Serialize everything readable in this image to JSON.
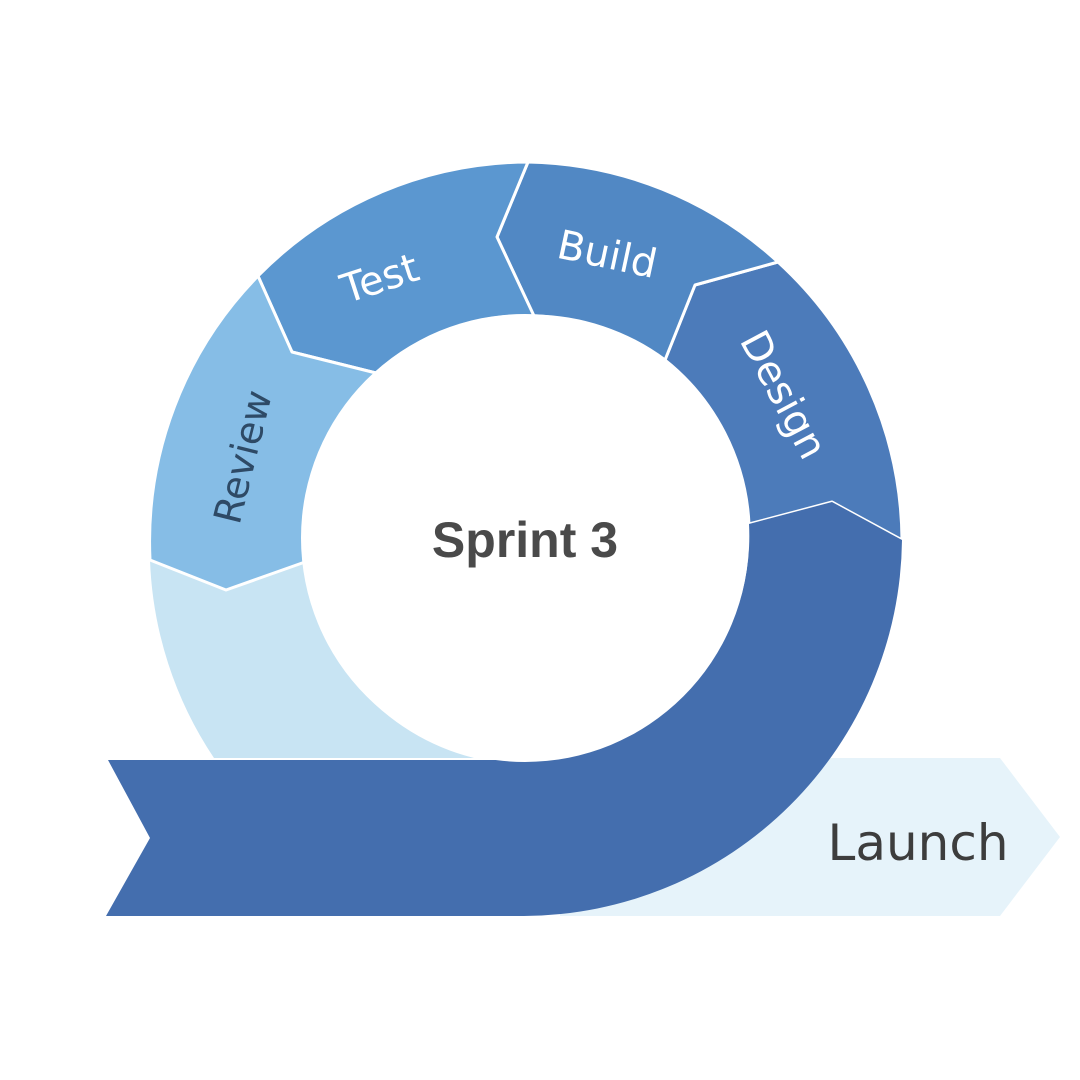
{
  "center_label": "Sprint 3",
  "phases": [
    {
      "label": "Design",
      "color": "#4c7bba",
      "text_color": "#ffffff"
    },
    {
      "label": "Build",
      "color": "#5188c4",
      "text_color": "#ffffff"
    },
    {
      "label": "Test",
      "color": "#5b97d0",
      "text_color": "#ffffff"
    },
    {
      "label": "Review",
      "color": "#86bde6",
      "text_color": "#2e4a66"
    }
  ],
  "launch_label": "Launch",
  "colors": {
    "path": "#446eae",
    "launch_arrow": "#e6f3fa",
    "track_light": "#c8e4f3",
    "center_text": "#4a4a4a",
    "launch_text": "#3d3d3d",
    "background": "#ffffff"
  }
}
